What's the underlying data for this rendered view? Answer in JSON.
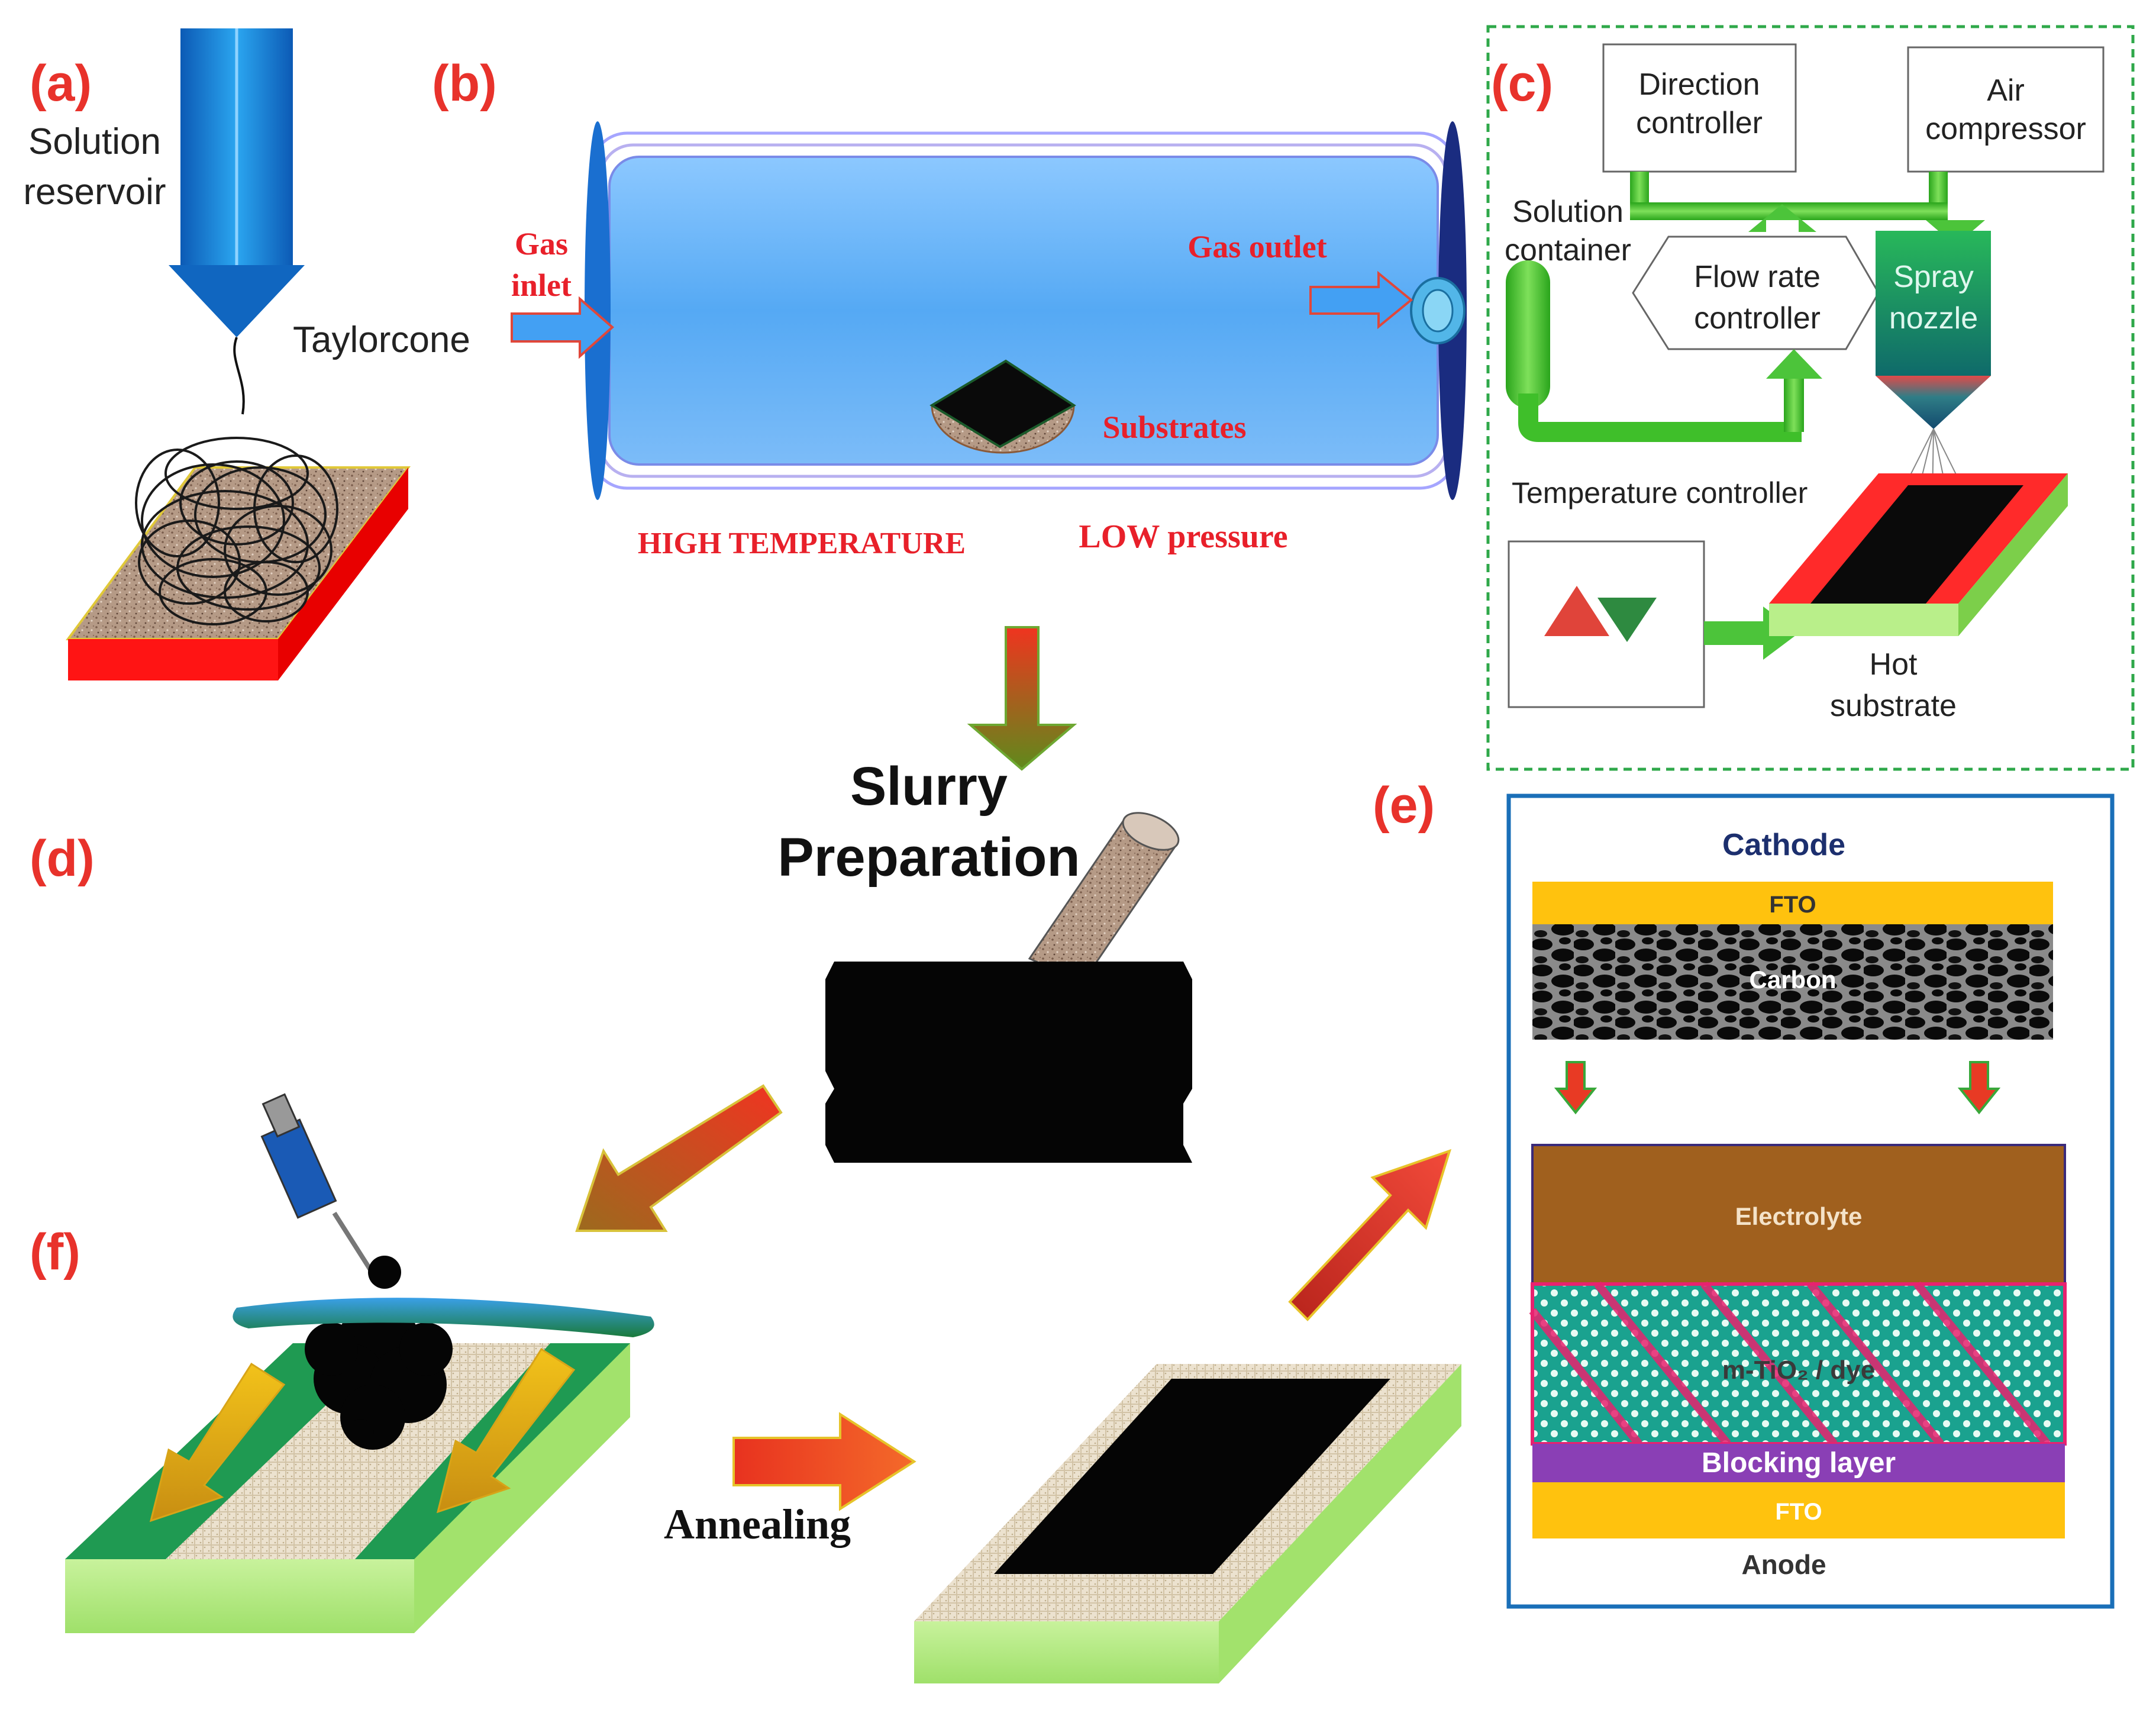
{
  "panels": {
    "a": {
      "label": "(a)",
      "reservoir_line1": "Solution",
      "reservoir_line2": "reservoir",
      "cone": "Taylorcone"
    },
    "b": {
      "label": "(b)",
      "gas_inlet_line1": "Gas",
      "gas_inlet_line2": "inlet",
      "gas_outlet": "Gas outlet",
      "substrates": "Substrates",
      "high_temp": "HIGH TEMPERATURE",
      "low_pressure": "LOW pressure"
    },
    "c": {
      "label": "(c)",
      "direction_line1": "Direction",
      "direction_line2": "controller",
      "air_line1": "Air",
      "air_line2": "compressor",
      "solution_line1": "Solution",
      "solution_line2": "container",
      "flow_line1": "Flow rate",
      "flow_line2": "controller",
      "spray_line1": "Spray",
      "spray_line2": "nozzle",
      "temp_controller": "Temperature controller",
      "hot_line1": "Hot",
      "hot_line2": "substrate"
    },
    "d": {
      "label": "(d)",
      "slurry_line1": "Slurry",
      "slurry_line2": "Preparation"
    },
    "e": {
      "label": "(e)",
      "cathode": "Cathode",
      "fto_top": "FTO",
      "carbon": "Carbon",
      "electrolyte": "Electrolyte",
      "mtio2": "m-TiO₂ / dye",
      "blocking": "Blocking  layer",
      "fto_bottom": "FTO",
      "anode": "Anode"
    },
    "f": {
      "label": "(f)",
      "annealing": "Annealing"
    }
  },
  "colors": {
    "label_red": "#e8322b",
    "tube_blue": "#5aaef5",
    "fto_yellow": "#ffc20e",
    "electrolyte_brown": "#a0601e",
    "mtio2_teal": "#1aa28f",
    "mtio2_pink": "#e8226f",
    "blocking_purple": "#8a3fb5",
    "green_pipe": "#3fbf2a",
    "substrate_green": "#aee57a"
  }
}
